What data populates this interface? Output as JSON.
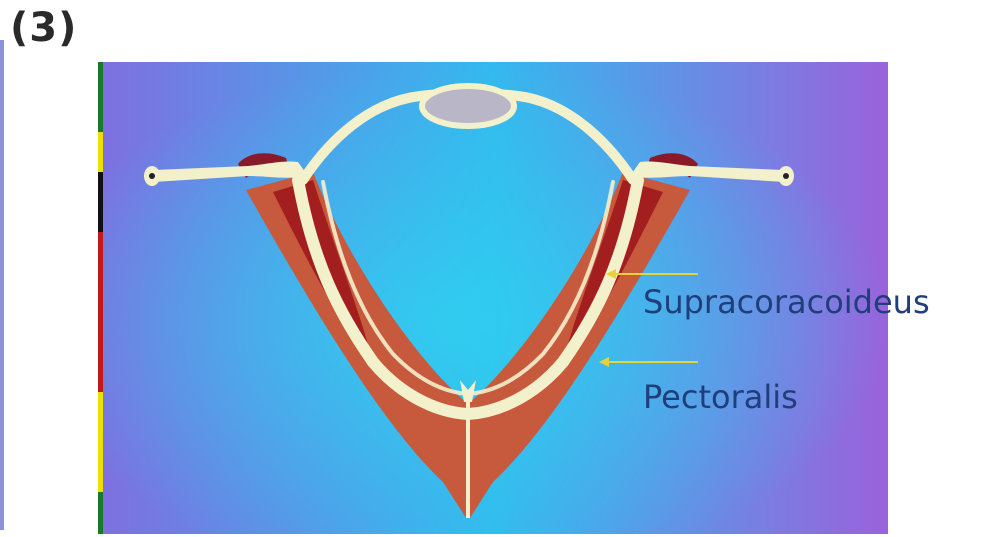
{
  "panel": {
    "number": "(3)"
  },
  "figure": {
    "labels": {
      "supracoracoideus": "Supracoracoideus",
      "pectoralis": "Pectoralis"
    },
    "colors": {
      "background_left": "#7f6fe0",
      "background_center": "#33b9ee",
      "background_right": "#9a62dc",
      "muscle_outer": "#c75a3c",
      "muscle_inner": "#a31f1f",
      "bone": "#f3f0cc",
      "sternum_disc": "#b9b6c8",
      "pointer_arrow": "#e5d33a",
      "label_text": "#1f3f7a"
    }
  }
}
